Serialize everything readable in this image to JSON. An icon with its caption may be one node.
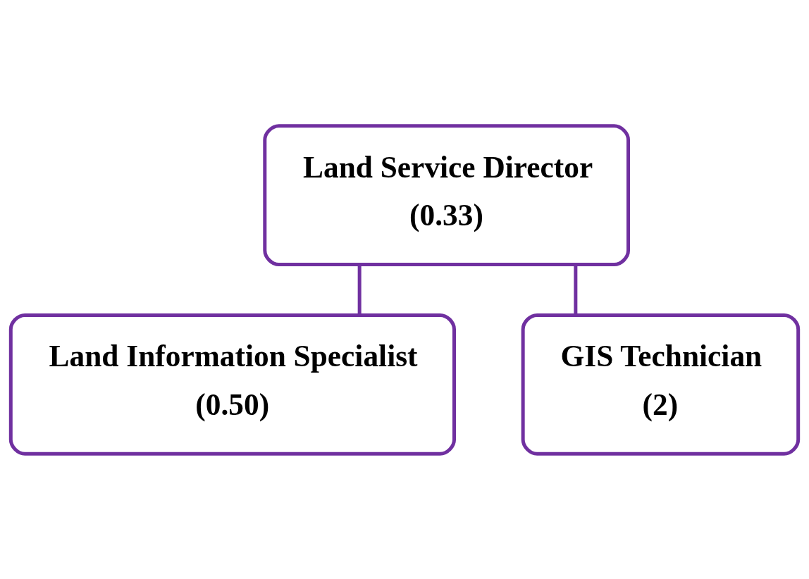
{
  "diagram": {
    "nodes": [
      {
        "text": [
          "Land Service Director",
          "(0.33)"
        ]
      },
      {
        "text": [
          "Land Information Specialist",
          "(0.50)"
        ]
      },
      {
        "text": [
          "GIS Technician",
          "(2)"
        ]
      }
    ],
    "edges": [
      {
        "from": 0,
        "to": 1,
        "arrow": "none"
      },
      {
        "from": 0,
        "to": 2,
        "arrow": "none"
      }
    ]
  }
}
